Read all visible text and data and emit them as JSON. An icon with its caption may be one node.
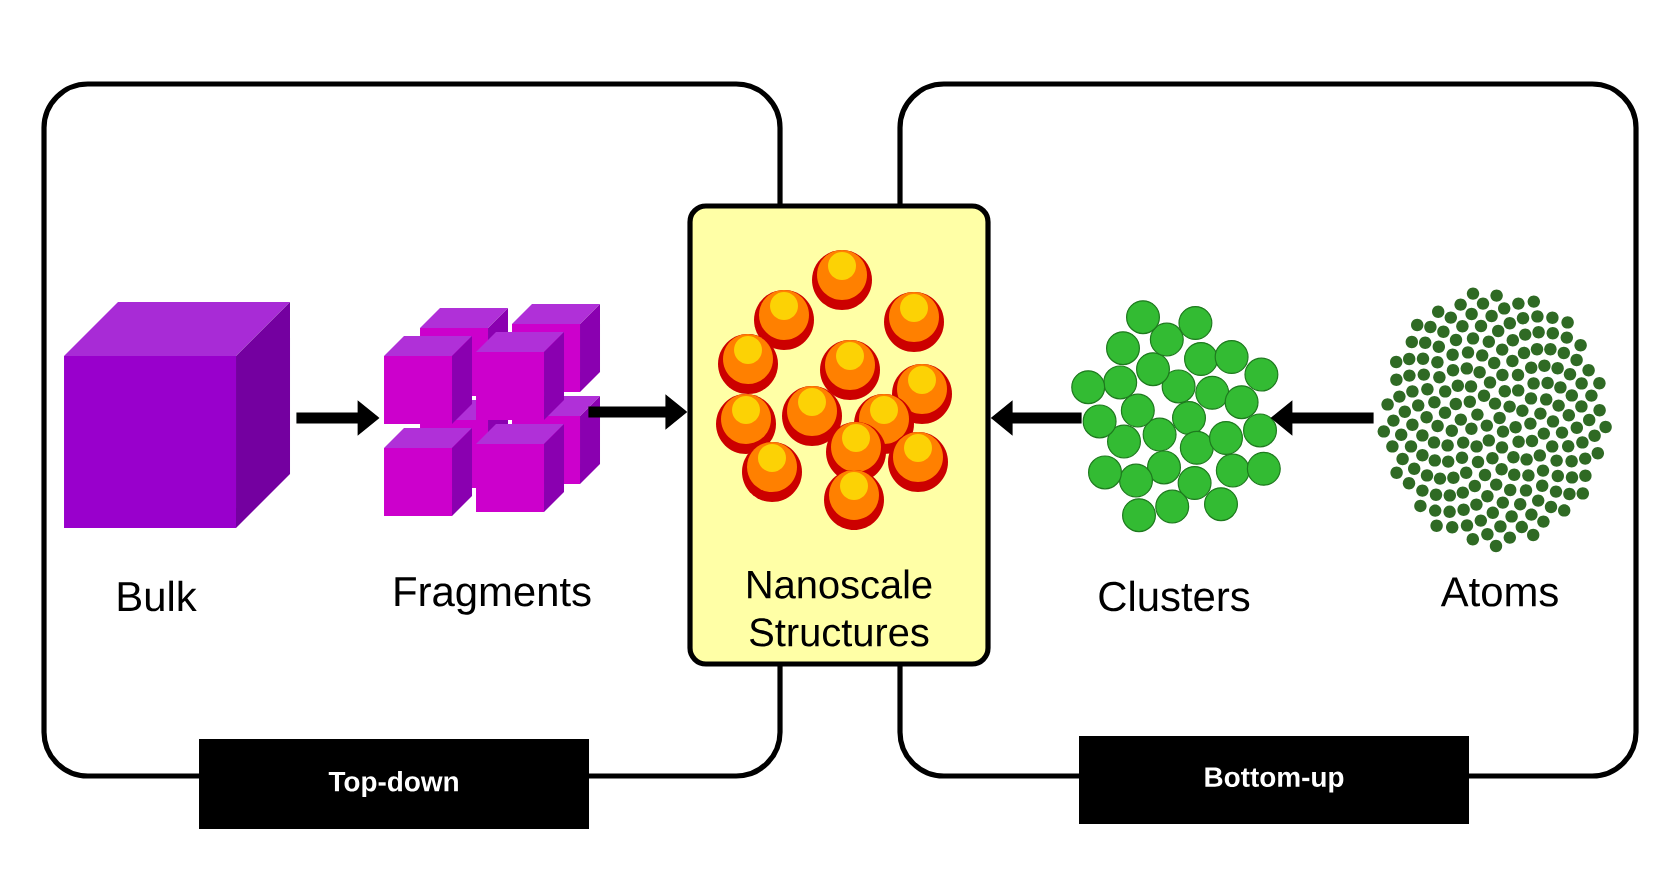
{
  "diagram": {
    "nodes": [
      {
        "text": [
          "Top-down"
        ]
      },
      {
        "text": [
          "Bottom-up"
        ]
      },
      {
        "text": [
          "Bulk"
        ],
        "in": 0
      },
      {
        "text": [
          "Fragments"
        ],
        "in": 0
      },
      {
        "text": [
          "Nanoscale Structures"
        ]
      },
      {
        "text": [
          "Clusters"
        ],
        "in": 1
      },
      {
        "text": [
          "Atoms"
        ],
        "in": 1
      }
    ],
    "edges": [
      {
        "from": 2,
        "to": 3,
        "arrow": "to"
      },
      {
        "from": 3,
        "to": 4,
        "arrow": "to"
      },
      {
        "from": 6,
        "to": 5,
        "arrow": "to"
      },
      {
        "from": 5,
        "to": 4,
        "arrow": "to"
      }
    ]
  }
}
